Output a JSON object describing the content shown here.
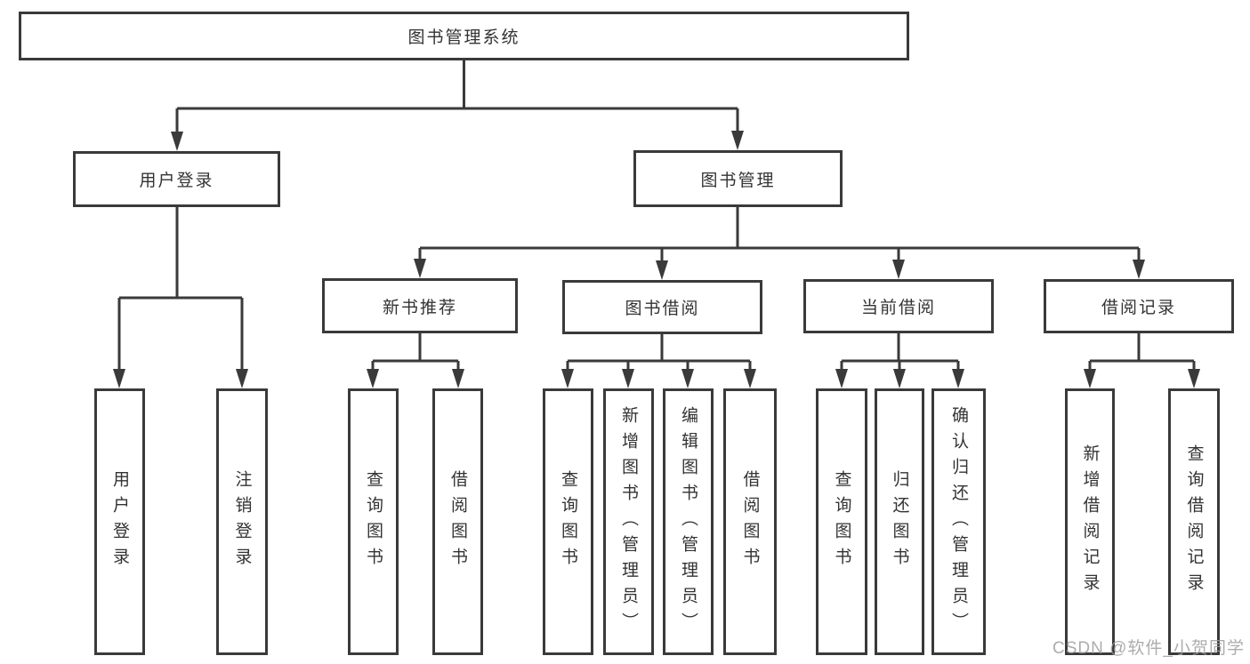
{
  "tree": {
    "root": {
      "label": "图书管理系统",
      "children": [
        {
          "label": "用户登录",
          "children": [
            {
              "label": "用户登录"
            },
            {
              "label": "注销登录"
            }
          ]
        },
        {
          "label": "图书管理",
          "children": [
            {
              "label": "新书推荐",
              "children": [
                {
                  "label": "查询图书"
                },
                {
                  "label": "借阅图书"
                }
              ]
            },
            {
              "label": "图书借阅",
              "children": [
                {
                  "label": "查询图书"
                },
                {
                  "label": "新增图书（管理员）"
                },
                {
                  "label": "编辑图书（管理员）"
                },
                {
                  "label": "借阅图书"
                }
              ]
            },
            {
              "label": "当前借阅",
              "children": [
                {
                  "label": "查询图书"
                },
                {
                  "label": "归还图书"
                },
                {
                  "label": "确认归还（管理员）"
                }
              ]
            },
            {
              "label": "借阅记录",
              "children": [
                {
                  "label": "新增借阅记录"
                },
                {
                  "label": "查询借阅记录"
                }
              ]
            }
          ]
        }
      ]
    }
  },
  "watermark": {
    "text": "CSDN @软件_小贺同学"
  },
  "colors": {
    "line": "#3a3a3a",
    "box_border": "#3a3a3a",
    "text": "#333333",
    "background": "#ffffff",
    "watermark": "#9e9e9e"
  }
}
